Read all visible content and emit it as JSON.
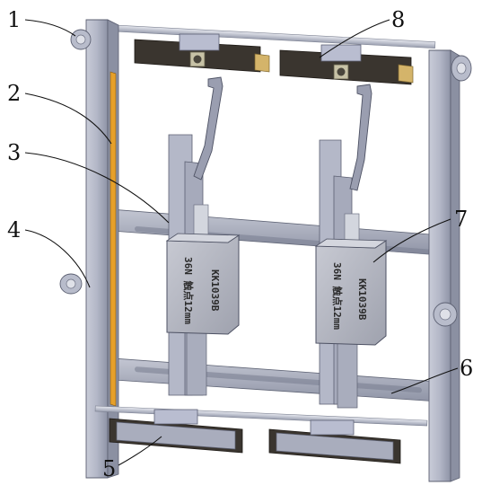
{
  "callouts": {
    "c1": "1",
    "c2": "2",
    "c3": "3",
    "c4": "4",
    "c5": "5",
    "c6": "6",
    "c7": "7",
    "c8": "8"
  },
  "labels": {
    "model_left": "KK1039B",
    "spec_left": "36N 触点12mm",
    "model_right": "KK1039B",
    "spec_right": "36N 触点12mm"
  },
  "colors": {
    "frame": "#aeb3c4",
    "frame_dark": "#7f8496",
    "frame_light": "#d5d8e3",
    "bar_dark": "#34302b",
    "strip": "#e6a02a",
    "box": "#b6b8c2"
  }
}
